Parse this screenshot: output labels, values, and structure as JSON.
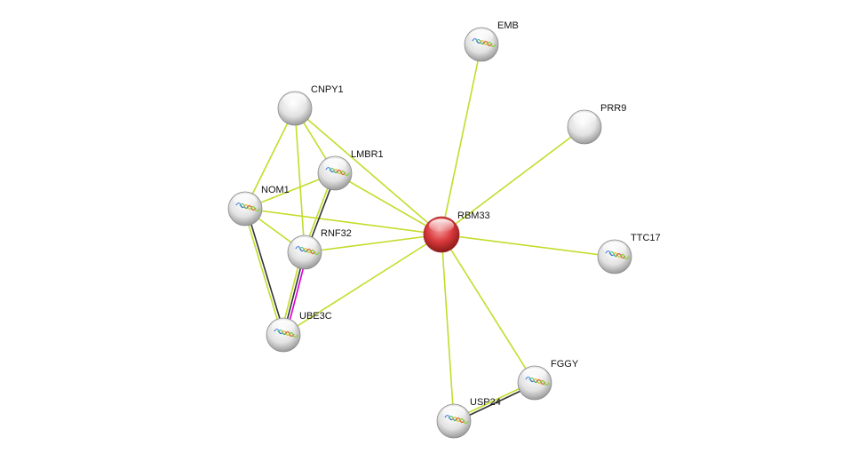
{
  "network": {
    "query_protein": "RBM33",
    "colors": {
      "query_node": "#d9393b",
      "neighbor_node": "#dcdcdc",
      "textmining": "#c4dc2a",
      "coexpression": "#333333",
      "experiments": "#d800d8"
    },
    "nodes": [
      {
        "id": "RBM33",
        "label": "RBM33",
        "query": true
      },
      {
        "id": "EMB",
        "label": "EMB",
        "structure": true
      },
      {
        "id": "PRR9",
        "label": "PRR9",
        "structure": false
      },
      {
        "id": "CNPY1",
        "label": "CNPY1",
        "structure": false
      },
      {
        "id": "LMBR1",
        "label": "LMBR1",
        "structure": true
      },
      {
        "id": "NOM1",
        "label": "NOM1",
        "structure": true
      },
      {
        "id": "RNF32",
        "label": "RNF32",
        "structure": true
      },
      {
        "id": "TTC17",
        "label": "TTC17",
        "structure": true
      },
      {
        "id": "UBE3C",
        "label": "UBE3C",
        "structure": true
      },
      {
        "id": "FGGY",
        "label": "FGGY",
        "structure": true
      },
      {
        "id": "USP24",
        "label": "USP24",
        "structure": true
      }
    ],
    "edges": [
      {
        "a": "RBM33",
        "b": "EMB",
        "types": [
          "textmining"
        ]
      },
      {
        "a": "RBM33",
        "b": "PRR9",
        "types": [
          "textmining"
        ]
      },
      {
        "a": "RBM33",
        "b": "TTC17",
        "types": [
          "textmining"
        ]
      },
      {
        "a": "RBM33",
        "b": "FGGY",
        "types": [
          "textmining"
        ]
      },
      {
        "a": "RBM33",
        "b": "USP24",
        "types": [
          "textmining"
        ]
      },
      {
        "a": "RBM33",
        "b": "UBE3C",
        "types": [
          "textmining"
        ]
      },
      {
        "a": "RBM33",
        "b": "RNF32",
        "types": [
          "textmining"
        ]
      },
      {
        "a": "RBM33",
        "b": "NOM1",
        "types": [
          "textmining"
        ]
      },
      {
        "a": "RBM33",
        "b": "LMBR1",
        "types": [
          "textmining"
        ]
      },
      {
        "a": "RBM33",
        "b": "CNPY1",
        "types": [
          "textmining"
        ]
      },
      {
        "a": "CNPY1",
        "b": "NOM1",
        "types": [
          "textmining"
        ]
      },
      {
        "a": "CNPY1",
        "b": "LMBR1",
        "types": [
          "textmining"
        ]
      },
      {
        "a": "CNPY1",
        "b": "RNF32",
        "types": [
          "textmining"
        ]
      },
      {
        "a": "LMBR1",
        "b": "NOM1",
        "types": [
          "textmining"
        ]
      },
      {
        "a": "LMBR1",
        "b": "RNF32",
        "types": [
          "coexpression",
          "textmining"
        ]
      },
      {
        "a": "NOM1",
        "b": "RNF32",
        "types": [
          "textmining"
        ]
      },
      {
        "a": "NOM1",
        "b": "UBE3C",
        "types": [
          "coexpression",
          "textmining"
        ]
      },
      {
        "a": "RNF32",
        "b": "UBE3C",
        "types": [
          "experiments",
          "coexpression",
          "textmining"
        ]
      },
      {
        "a": "FGGY",
        "b": "USP24",
        "types": [
          "coexpression",
          "textmining"
        ]
      }
    ]
  }
}
